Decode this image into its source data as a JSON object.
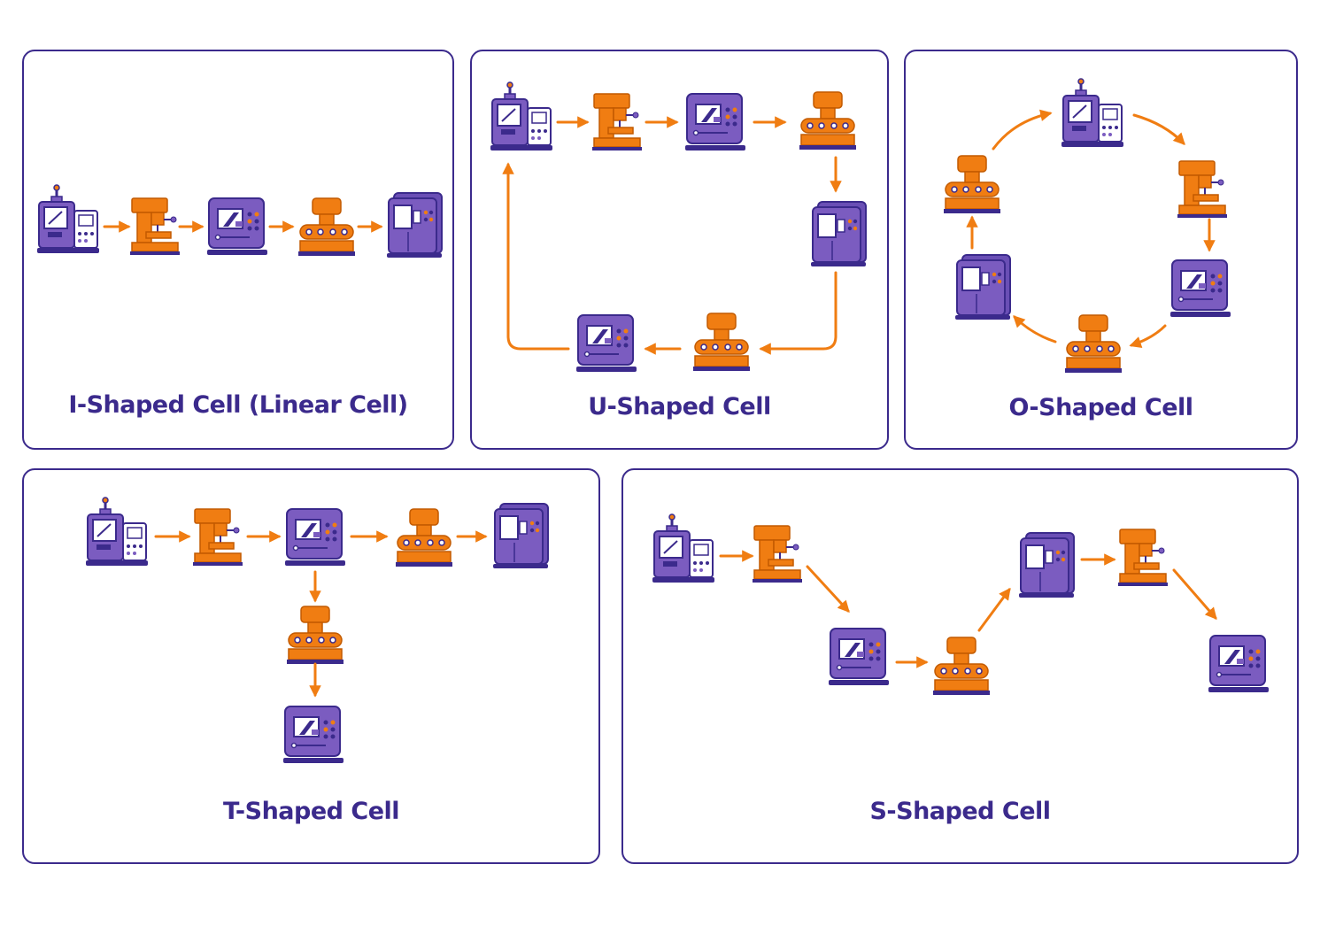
{
  "panels": {
    "i_shaped": {
      "title": "I-Shaped Cell (Linear Cell)"
    },
    "u_shaped": {
      "title": "U-Shaped Cell"
    },
    "o_shaped": {
      "title": "O-Shaped Cell"
    },
    "t_shaped": {
      "title": "T-Shaped Cell"
    },
    "s_shaped": {
      "title": "S-Shaped Cell"
    }
  },
  "colors": {
    "purple": "#7b5cc0",
    "dark_purple": "#3b2a8c",
    "orange": "#f07d12",
    "panel_border": "#3b2a8c"
  }
}
